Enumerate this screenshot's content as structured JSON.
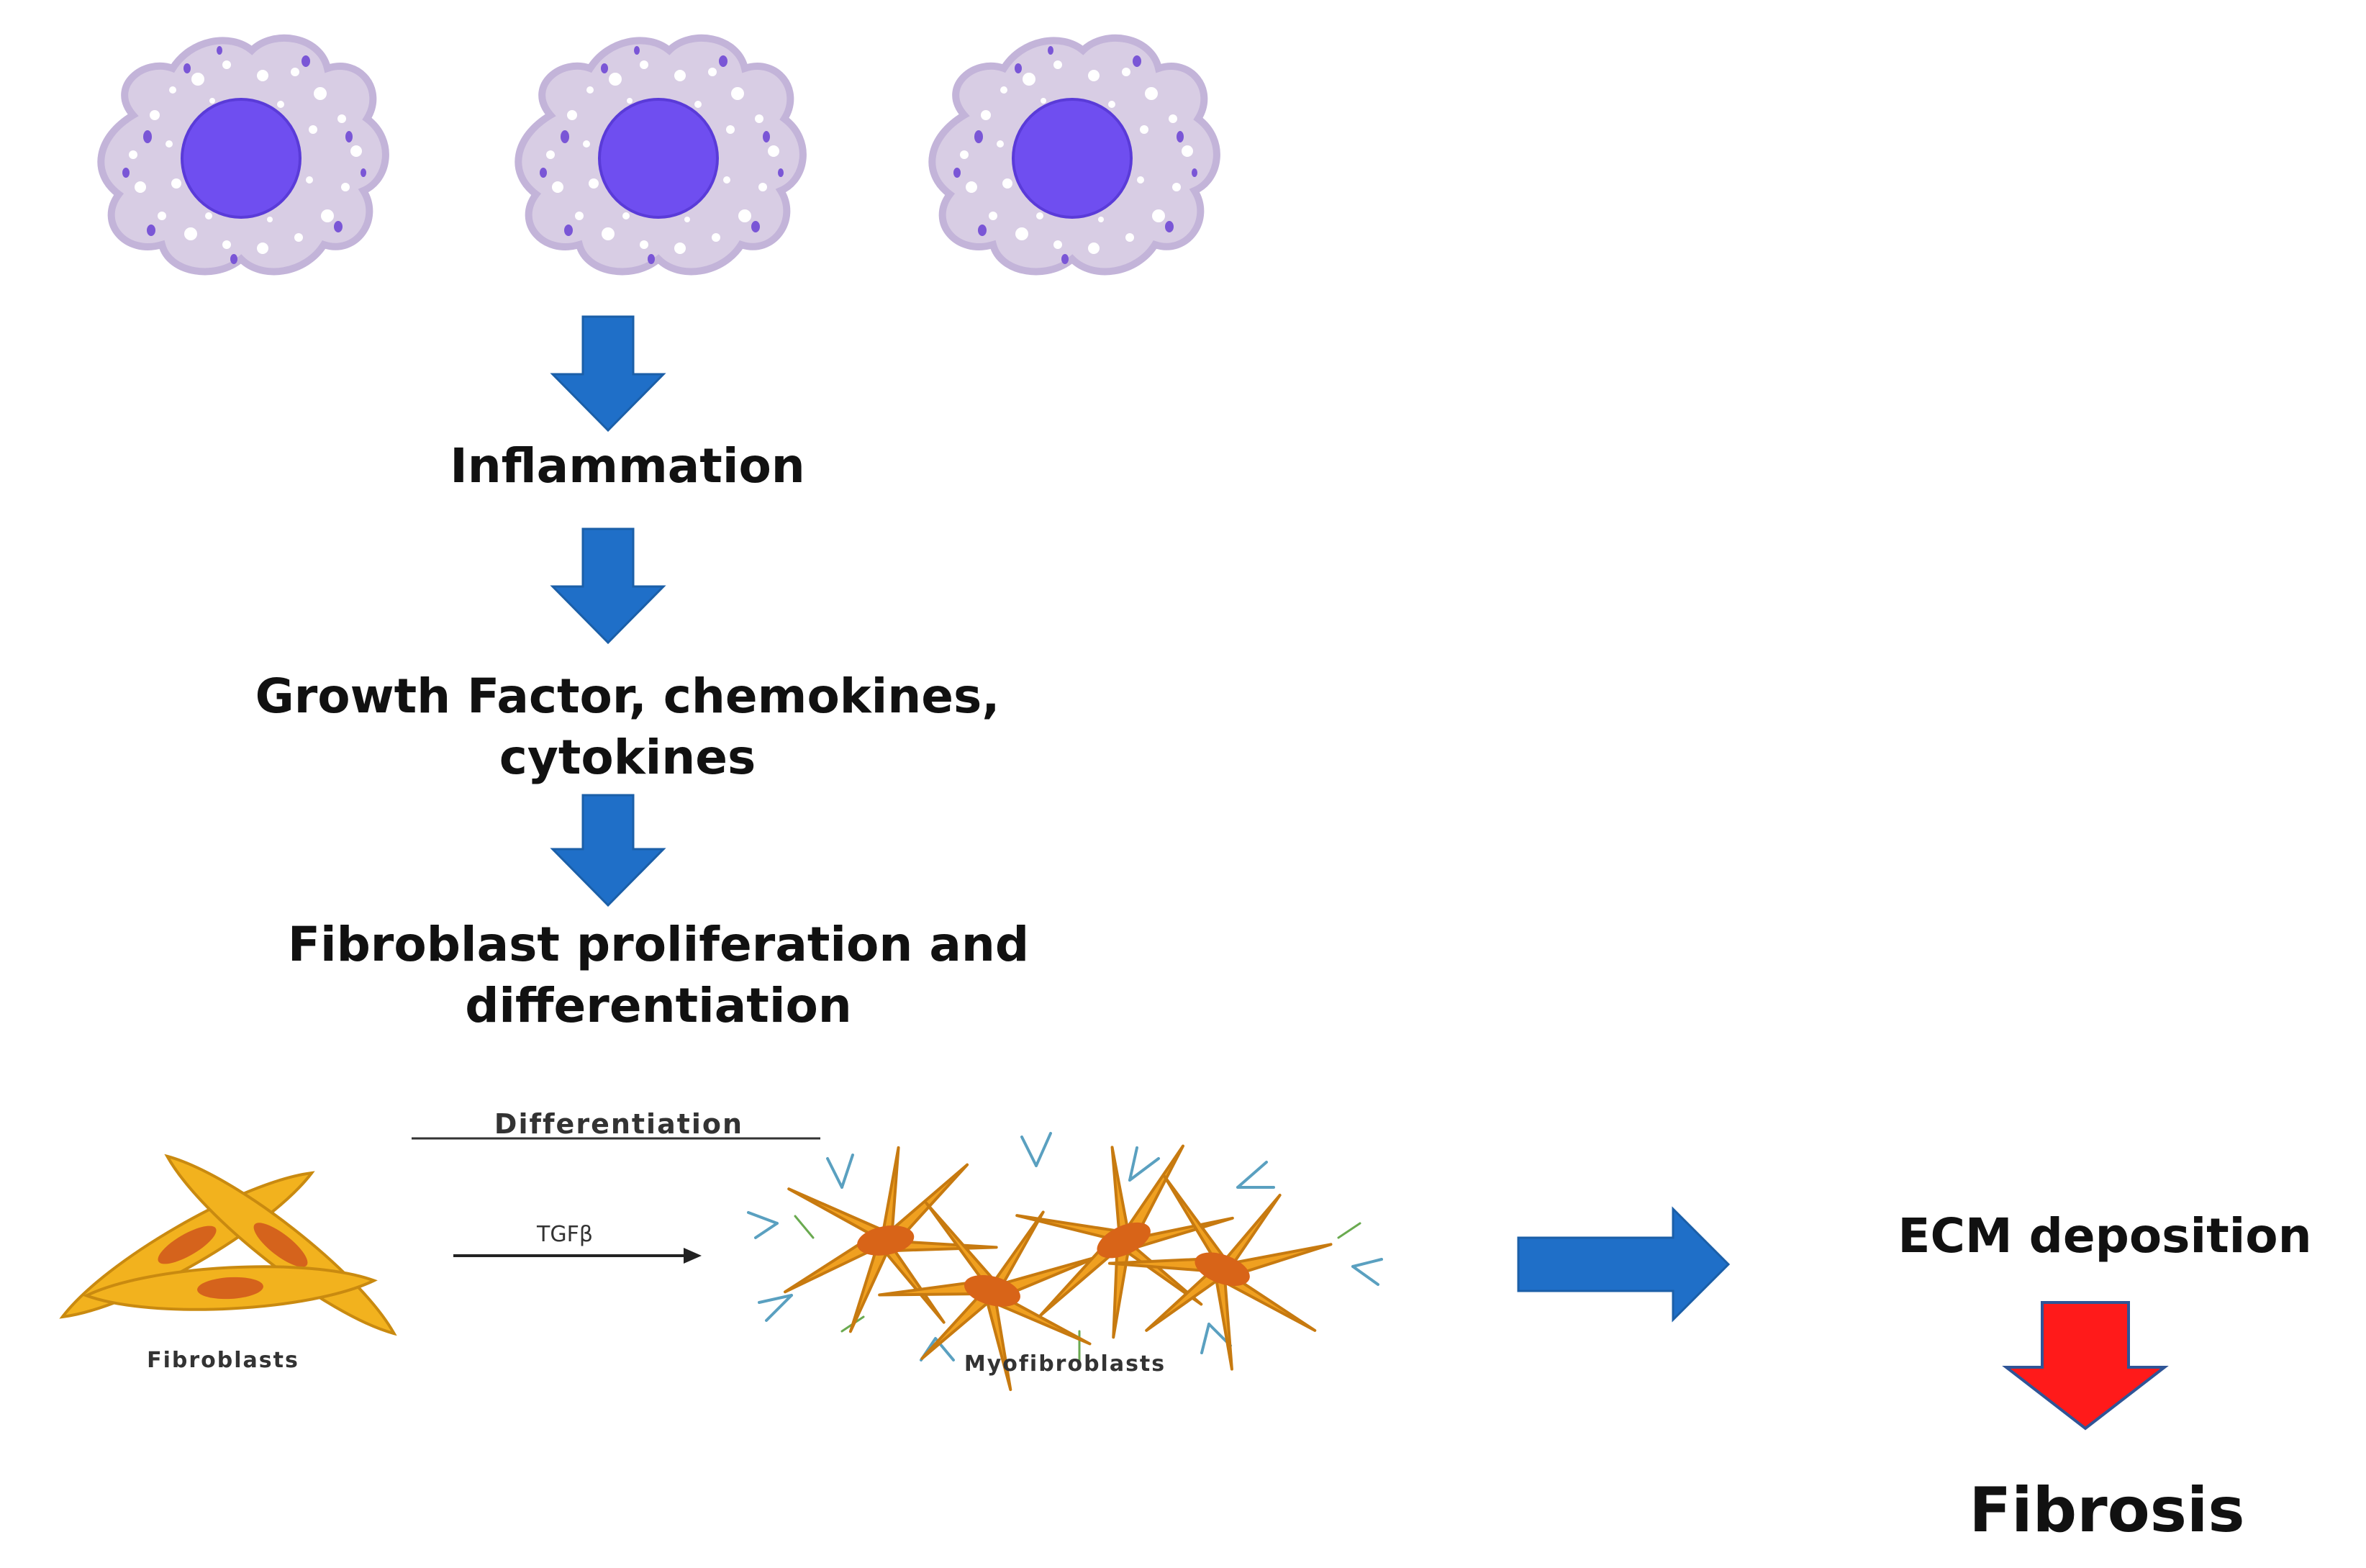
{
  "steps": {
    "inflammation": "Inflammation",
    "growth_factors_line1": "Growth Factor, chemokines,",
    "growth_factors_line2": "cytokines",
    "fibroblast_line1": "Fibroblast proliferation and",
    "fibroblast_line2": "differentiation",
    "ecm": "ECM deposition",
    "fibrosis": "Fibrosis"
  },
  "inset": {
    "heading": "Differentiation",
    "signal": "TGFβ",
    "fibroblasts": "Fibroblasts",
    "myofibroblasts": "Myofibroblasts"
  },
  "colors": {
    "flow_arrow": "#1f6fc8",
    "final_arrow": "#ff1a1a",
    "cell_body": "#d8cde4",
    "cell_nucleus": "#6f4ef0",
    "fibroblast": "#f2b21e",
    "myofibroblast": "#f0a020"
  },
  "icons": {
    "cells": "immune-cell-icon",
    "fibroblast": "fibroblast-cell-icon",
    "myofibroblast": "myofibroblast-cell-icon"
  }
}
